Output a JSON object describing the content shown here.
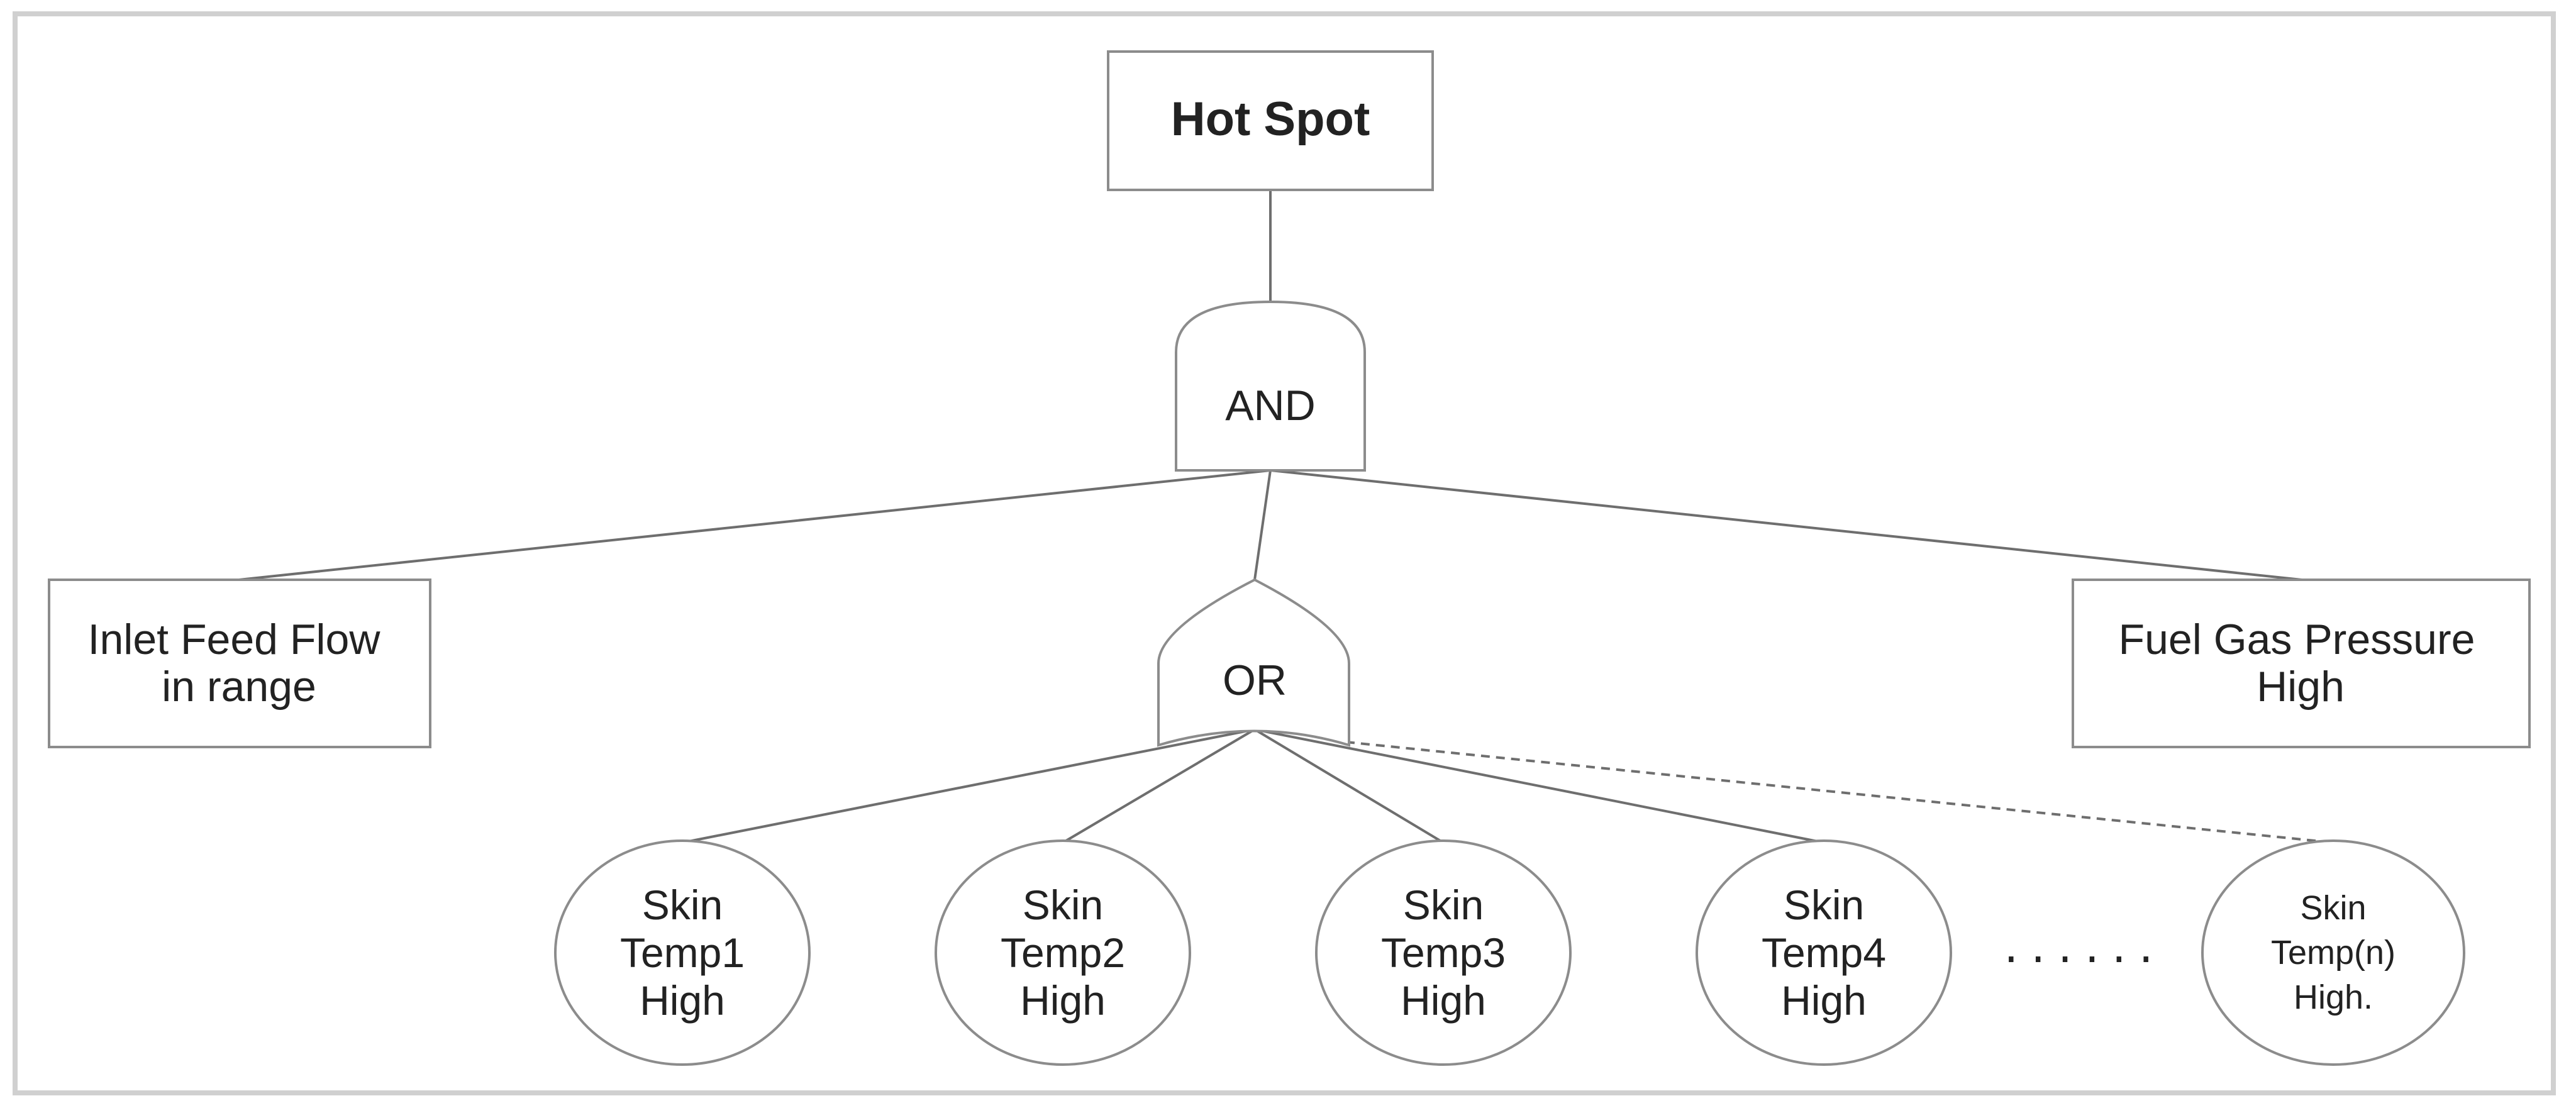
{
  "top_event": {
    "label": "Hot Spot"
  },
  "gates": {
    "and": {
      "label": "AND"
    },
    "or": {
      "label": "OR"
    }
  },
  "conditions": {
    "left": {
      "lines": [
        "Inlet Feed Flow",
        "in range"
      ]
    },
    "right": {
      "lines": [
        "Fuel Gas Pressure",
        "High"
      ]
    }
  },
  "basic_events": [
    {
      "lines": [
        "Skin",
        "Temp1",
        "High"
      ]
    },
    {
      "lines": [
        "Skin",
        "Temp2",
        "High"
      ]
    },
    {
      "lines": [
        "Skin",
        "Temp3",
        "High"
      ]
    },
    {
      "lines": [
        "Skin",
        "Temp4",
        "High"
      ]
    },
    {
      "lines": [
        "Skin",
        "Temp(n)",
        "High."
      ]
    }
  ],
  "ellipsis": "......",
  "colors": {
    "stroke": "#8c8c8c",
    "text": "#222222",
    "frame": "#d0d0d0"
  }
}
